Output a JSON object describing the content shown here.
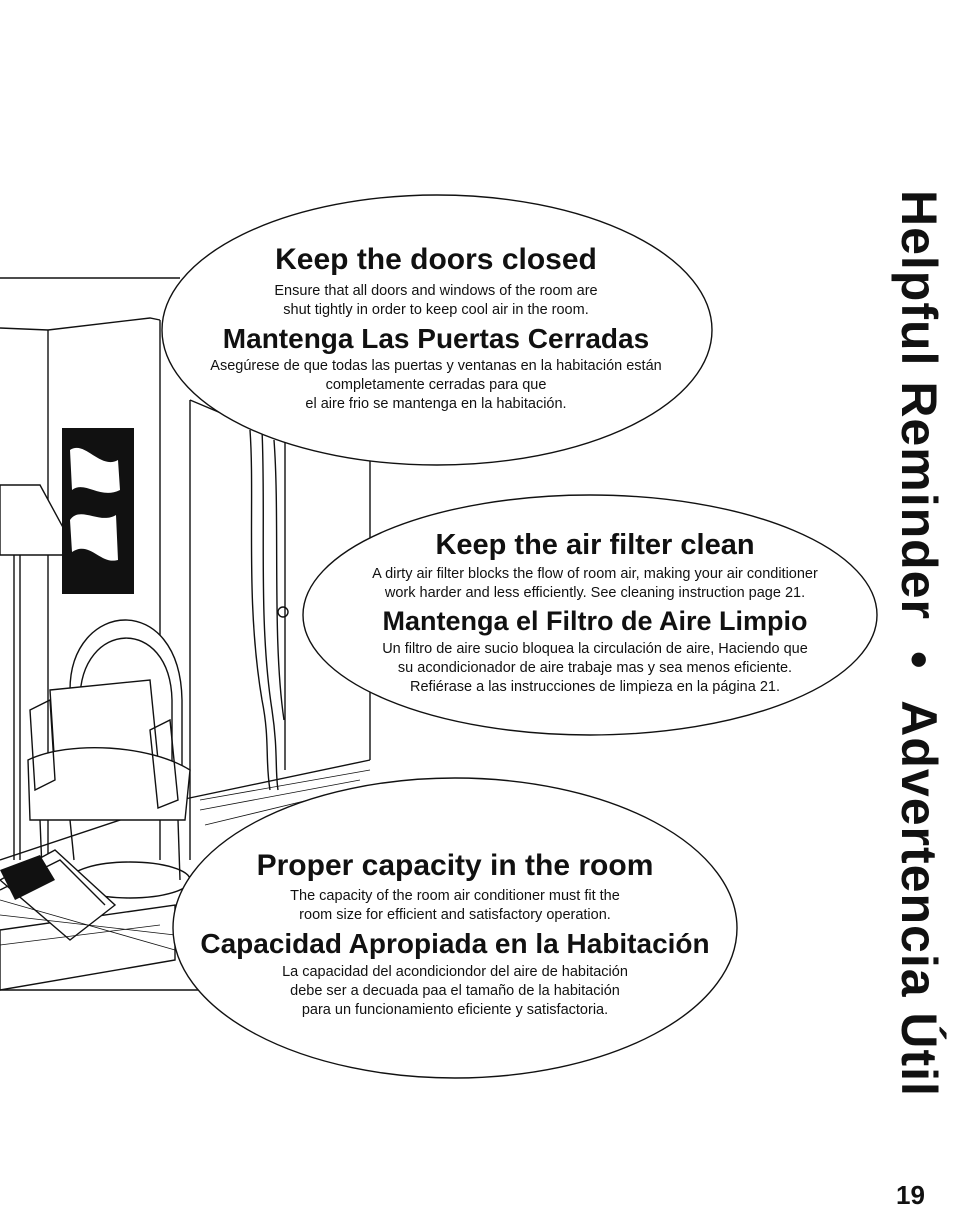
{
  "tips": [
    {
      "heading_en": "Keep the doors closed",
      "body_en": [
        "Ensure that all doors and windows of the room are",
        "shut tightly in order to keep cool air in the room."
      ],
      "heading_es": "Mantenga Las Puertas Cerradas",
      "body_es": [
        "Asegúrese de que todas las puertas y ventanas en la habitación están",
        "completamente cerradas para que",
        "el aire frio se mantenga en la habitación."
      ]
    },
    {
      "heading_en": "Keep the air filter clean",
      "body_en": [
        "A dirty air filter blocks the flow of  room air, making your air conditioner",
        "work harder and less efficiently. See cleaning instruction page 21."
      ],
      "heading_es": "Mantenga el Filtro de Aire Limpio",
      "body_es": [
        "Un filtro de aire sucio bloquea la circulación de aire, Haciendo que",
        "su acondicionador de aire trabaje mas y sea menos eficiente.",
        "Refiérase a las instrucciones de limpieza en la página 21."
      ]
    },
    {
      "heading_en": "Proper capacity in the room",
      "body_en": [
        "The capacity of the room air conditioner must fit the",
        "room size for efficient and satisfactory operation."
      ],
      "heading_es": "Capacidad Apropiada en la Habitación",
      "body_es": [
        "La capacidad del acondiciondor del aire de habitación",
        "debe ser a decuada paa el tamaño de la habitación",
        "para un funcionamiento  eficiente y satisfactoria."
      ]
    }
  ],
  "side_title": {
    "en": "Helpful Reminder",
    "separator": "•",
    "es": "Advertencia Útil"
  },
  "page_number": "19"
}
